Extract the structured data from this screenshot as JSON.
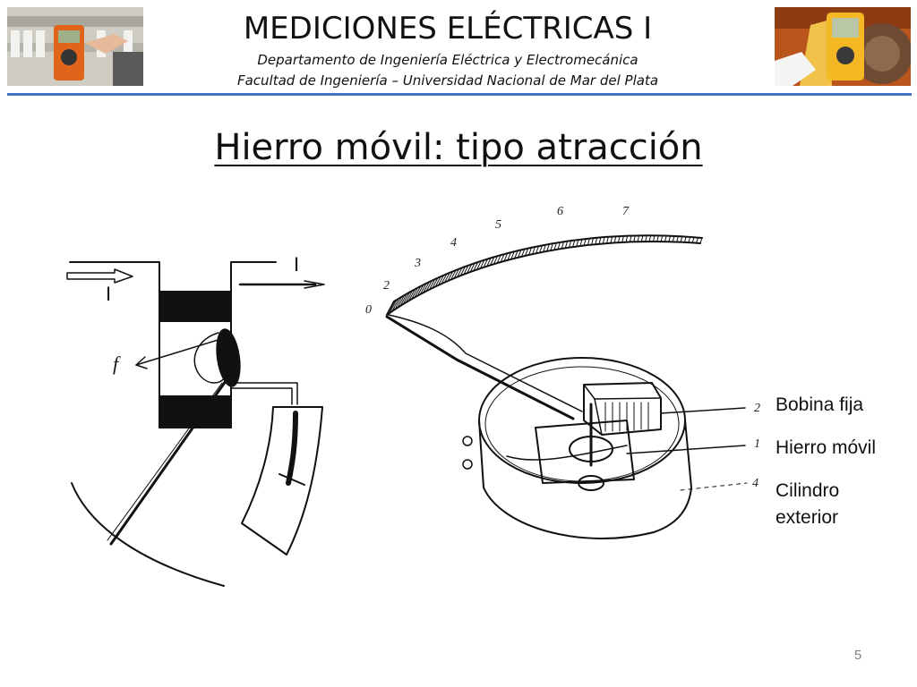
{
  "header": {
    "title": "MEDICIONES ELÉCTRICAS I",
    "department": "Departamento de Ingeniería Eléctrica y Electromecánica",
    "faculty": "Facultad de Ingeniería – Universidad Nacional de Mar del Plata",
    "accent_color": "#4472c4"
  },
  "slide": {
    "title": "Hierro móvil: tipo atracción",
    "page_number": "5"
  },
  "left_diagram": {
    "current_label_left": "I",
    "current_label_right": "I",
    "force_label": "f"
  },
  "right_diagram": {
    "scale_numbers": [
      "0",
      "2",
      "3",
      "4",
      "5",
      "6",
      "7"
    ],
    "callout_numbers": [
      "2",
      "1",
      "4"
    ]
  },
  "legend": {
    "items": [
      "Bobina fija",
      "Hierro móvil",
      "Cilindro\nexterior"
    ]
  }
}
